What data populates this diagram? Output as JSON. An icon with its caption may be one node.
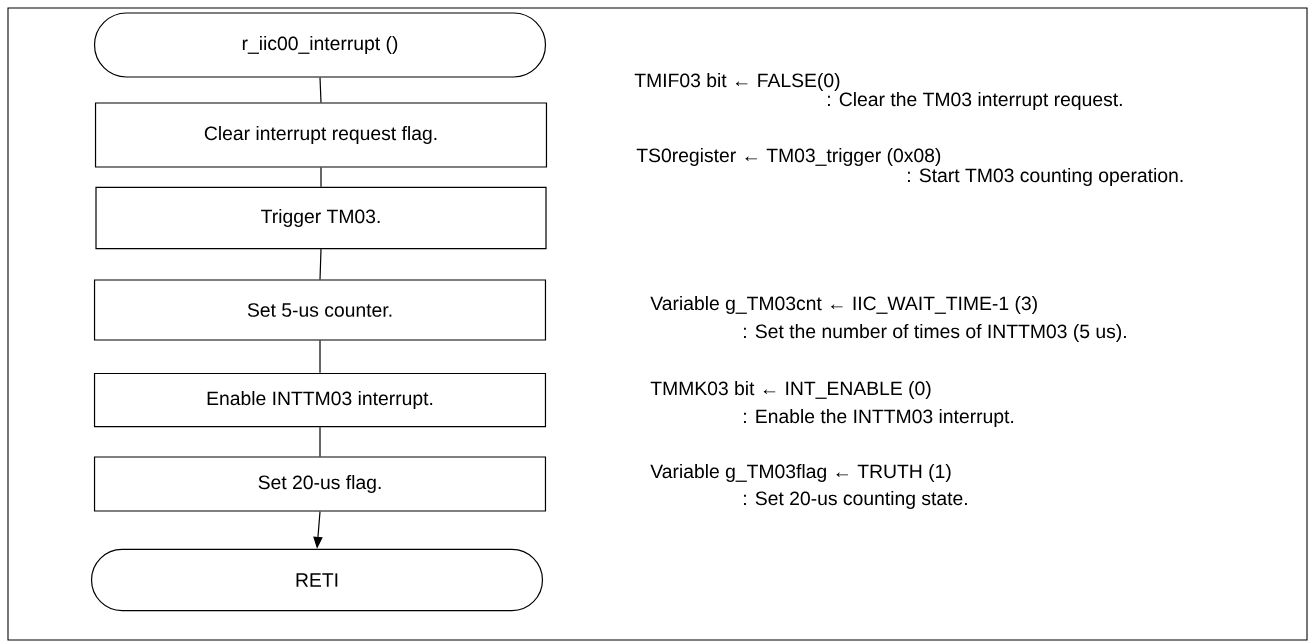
{
  "diagram": {
    "nodes": [
      {
        "text": [
          "r_iic00_interrupt ()"
        ]
      },
      {
        "text": [
          "Clear interrupt request flag."
        ]
      },
      {
        "text": [
          "Trigger TM03."
        ]
      },
      {
        "text": [
          "Set 5-us counter."
        ]
      },
      {
        "text": [
          "Enable INTTM03 interrupt."
        ]
      },
      {
        "text": [
          "Set 20-us flag."
        ]
      },
      {
        "text": [
          "RETI"
        ]
      }
    ],
    "edges": [
      {
        "from": 0,
        "to": 1,
        "arrow": "none"
      },
      {
        "from": 1,
        "to": 2,
        "arrow": "none"
      },
      {
        "from": 2,
        "to": 3,
        "arrow": "none"
      },
      {
        "from": 3,
        "to": 4,
        "arrow": "none"
      },
      {
        "from": 4,
        "to": 5,
        "arrow": "none"
      },
      {
        "from": 5,
        "to": 6,
        "arrow": "to"
      }
    ],
    "labels": [
      "TMIF03 bit ← FALSE(0)",
      ": Clear the TM03 interrupt request.",
      "TS0register ← TM03_trigger (0x08)",
      ": Start TM03 counting operation.",
      "Variable g_TM03cnt  ←  IIC_WAIT_TIME-1 (3)",
      ": Set the number of times of INTTM03 (5 us).",
      "TMMK03 bit ← INT_ENABLE (0)",
      ": Enable the INTTM03 interrupt.",
      "Variable g_TM03flag ← TRUTH (1)",
      ": Set 20-us counting state."
    ]
  }
}
